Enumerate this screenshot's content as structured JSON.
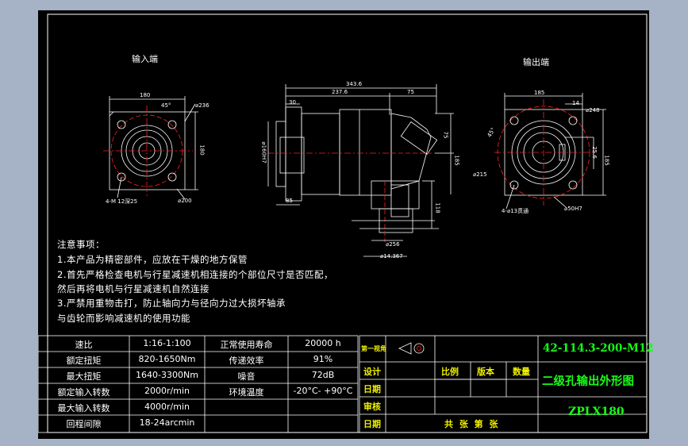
{
  "views": {
    "input_end": "输入端",
    "output_end": "输出端"
  },
  "dims": {
    "input": {
      "width": "180",
      "angle": "45°",
      "bolt_circle": "⌀236",
      "height": "180",
      "holes": "4-M 12深25",
      "pilot": "⌀200"
    },
    "side": {
      "total": "343.6",
      "length": "237.6",
      "out_len": "75",
      "flange": "30",
      "bore": "⌀160H7",
      "shaft": "85",
      "h1": "118",
      "h2": "185",
      "h3": "75",
      "d1": "⌀256",
      "d2": "⌀14.367"
    },
    "output": {
      "width": "185",
      "key": "14",
      "bolt": "⌀248",
      "angle": "45°",
      "key_h": "25.6",
      "height": "185",
      "holes": "4-⌀13贯通",
      "pilot": "⌀215",
      "bore": "⌀50H7"
    }
  },
  "notes": {
    "title": "注意事项：",
    "line1": "1.本产品为精密部件，应放在干燥的地方保管",
    "line2": "2.首先严格检查电机与行星减速机相连接的个部位尺寸是否匹配，",
    "line3": "然后再将电机与行星减速机自然连接",
    "line4": "3.严禁用重物击打，防止轴向力与径向力过大损坏轴承",
    "line5": "与齿轮而影响减速机的使用功能"
  },
  "spec_table": [
    {
      "k1": "速比",
      "v1": "1:16-1:100",
      "k2": "正常使用寿命",
      "v2": "20000 h"
    },
    {
      "k1": "额定扭矩",
      "v1": "820-1650Nm",
      "k2": "传递效率",
      "v2": "91%"
    },
    {
      "k1": "最大扭矩",
      "v1": "1640-3300Nm",
      "k2": "噪音",
      "v2": "72dB"
    },
    {
      "k1": "额定输入转数",
      "v1": "2000r/min",
      "k2": "环境温度",
      "v2": "-20°C- +90°C"
    },
    {
      "k1": "最大输入转数",
      "v1": "4000r/min",
      "k2": "",
      "v2": ""
    },
    {
      "k1": "回程间隙",
      "v1": "18-24arcmin",
      "k2": "",
      "v2": ""
    }
  ],
  "title_block": {
    "angle_label": "第一视角",
    "design": "设计",
    "date1": "日期",
    "review": "审核",
    "date2": "日期",
    "scale": "比例",
    "version": "版本",
    "quantity": "数量",
    "sheets": "共  张  第  张",
    "drawing_no": "42-114.3-200-M12",
    "drawing_name": "二级孔输出外形图",
    "model": "ZPLX180"
  }
}
